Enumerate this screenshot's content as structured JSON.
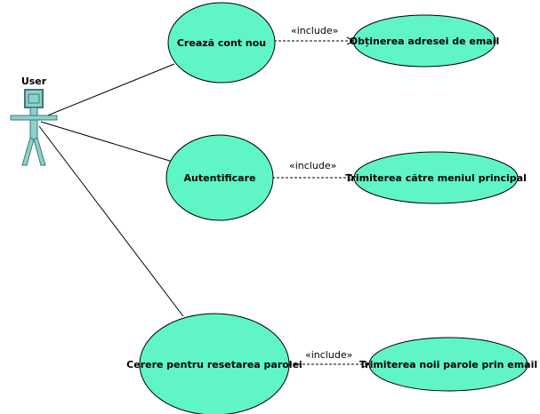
{
  "colors": {
    "usecase_fill": "#5ff5c6",
    "actor_fill": "#8fd0cc",
    "actor_stroke": "#3a7a78"
  },
  "actor": {
    "name": "User"
  },
  "usecases": [
    {
      "id": "uc-create",
      "label": "Crează cont nou"
    },
    {
      "id": "uc-auth",
      "label": "Autentificare"
    },
    {
      "id": "uc-reset",
      "label": "Cerere pentru resetarea parolei"
    },
    {
      "id": "uc-email",
      "label": "Obținerea adresei de email"
    },
    {
      "id": "uc-menu",
      "label": "Trimiterea către meniul principal"
    },
    {
      "id": "uc-newpass",
      "label": "Trimiterea noii parole prin email"
    }
  ],
  "relations": [
    {
      "stereotype": "«include»"
    },
    {
      "stereotype": "«include»"
    },
    {
      "stereotype": "«include»"
    }
  ]
}
